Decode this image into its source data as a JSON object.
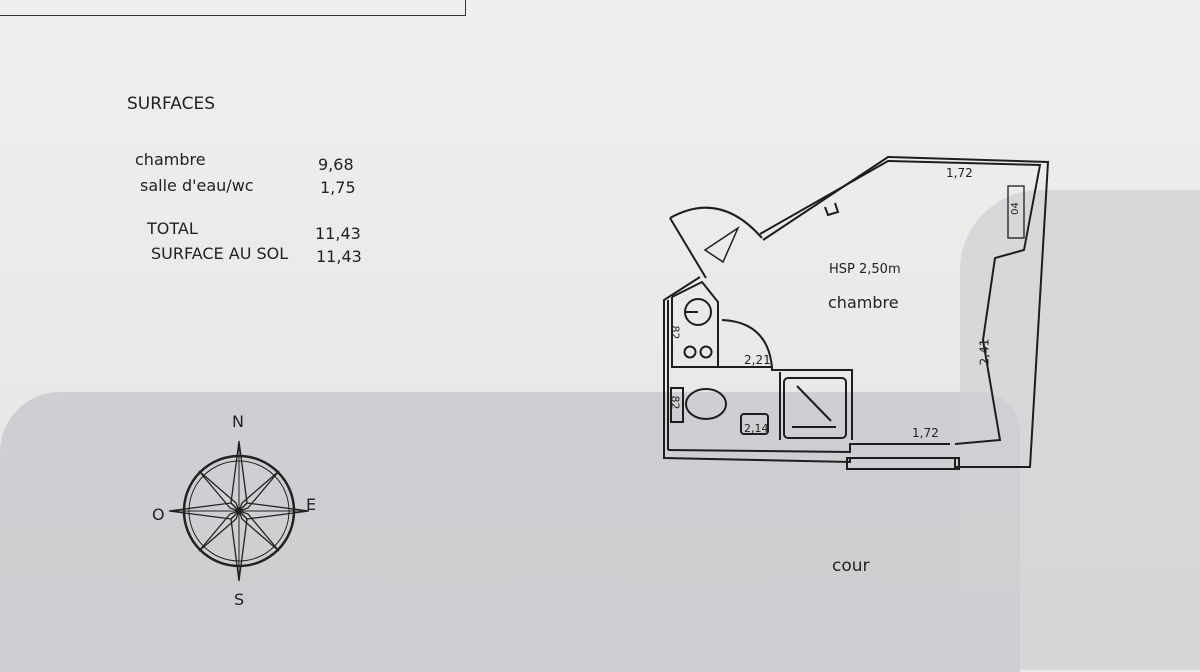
{
  "surfaces": {
    "title": "SURFACES",
    "rows": [
      {
        "label": "chambre",
        "value": "9,68"
      },
      {
        "label": "salle d'eau/wc",
        "value": "1,75"
      }
    ],
    "total_label": "TOTAL",
    "total_value": "11,43",
    "sol_label": "SURFACE AU SOL",
    "sol_value": "11,43"
  },
  "compass": {
    "north": "N",
    "east": "E",
    "south": "S",
    "west": "O"
  },
  "plan": {
    "height": "HSP 2,50m",
    "room": "chambre",
    "dim_top": "1,72",
    "dim_bottom": "1,72",
    "dim_right": "2,41",
    "dim_bath": "2,21",
    "dim_82a": "82",
    "dim_82b": "82",
    "dim_wc": "2,14",
    "dim_radiator": "04",
    "courtyard": "cour"
  }
}
